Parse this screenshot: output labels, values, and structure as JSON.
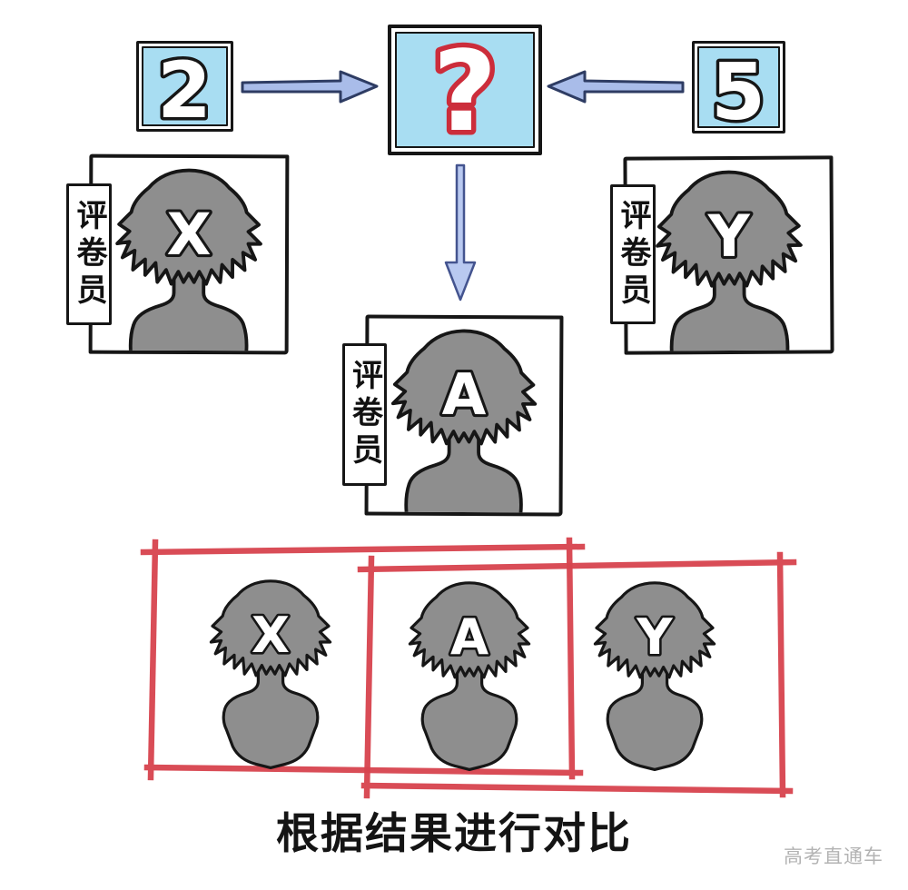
{
  "scene": {
    "score_left": {
      "value": "2"
    },
    "score_right": {
      "value": "5"
    },
    "unknown": {
      "value": "?"
    }
  },
  "graders": {
    "label": "评卷员",
    "left": {
      "letter": "X"
    },
    "right": {
      "letter": "Y"
    },
    "middle": {
      "letter": "A"
    }
  },
  "comparison": {
    "persons": [
      {
        "letter": "X"
      },
      {
        "letter": "A"
      },
      {
        "letter": "Y"
      }
    ],
    "caption": "根据结果进行对比"
  },
  "watermark": "高考直通车",
  "colors": {
    "panel_blue": "#a8ddf2",
    "arrow_fill": "#a9bce9",
    "arrow_stroke": "#2e3c63",
    "question_red": "#cc2d3b",
    "redbox_red": "#d7434e",
    "silhouette_gray": "#8e8e8e",
    "outline_black": "#161616"
  }
}
